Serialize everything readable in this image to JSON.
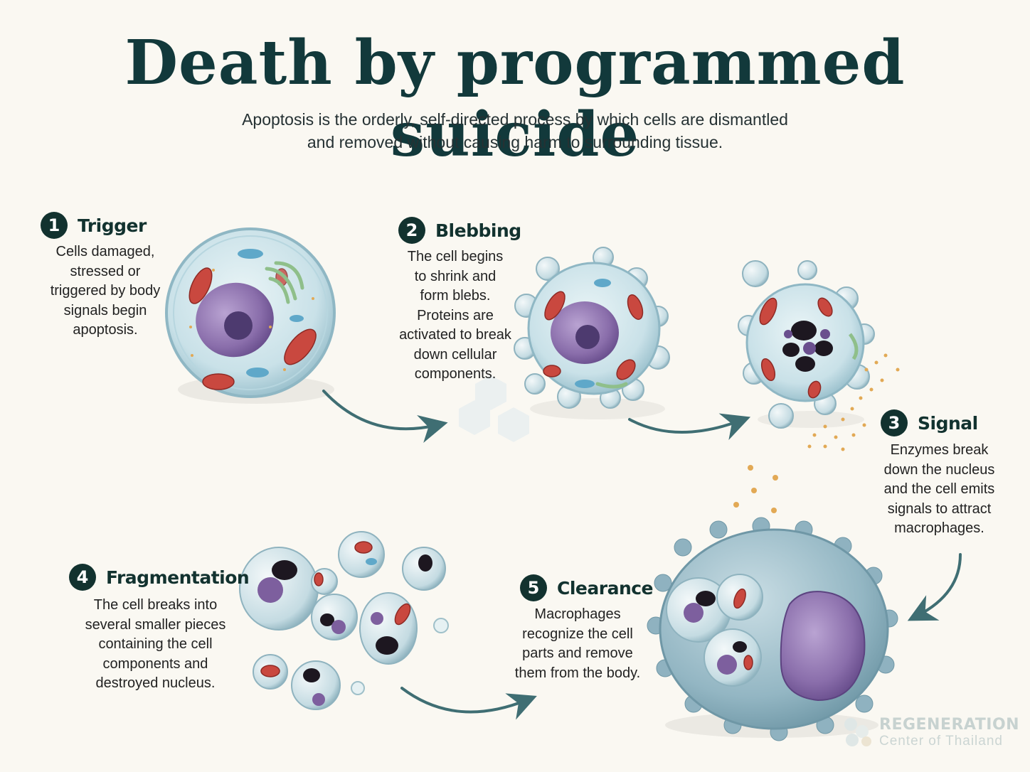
{
  "title": "Death by programmed suicide",
  "subtitle_line1": "Apoptosis is the orderly, self-directed process by which cells are dismantled",
  "subtitle_line2": "and removed without causing harm to surrounding tissue.",
  "steps": [
    {
      "num": "1",
      "title": "Trigger",
      "lines": [
        "Cells damaged,",
        "stressed or",
        "triggered by body",
        "signals begin",
        "apoptosis."
      ]
    },
    {
      "num": "2",
      "title": "Blebbing",
      "lines": [
        "The cell begins",
        "to shrink and",
        "form blebs.",
        "Proteins are",
        "activated to break",
        "down cellular",
        "components."
      ]
    },
    {
      "num": "3",
      "title": "Signal",
      "lines": [
        "Enzymes break",
        "down the nucleus",
        "and the cell emits",
        "signals to attract",
        "macrophages."
      ]
    },
    {
      "num": "4",
      "title": "Fragmentation",
      "lines": [
        "The cell breaks into",
        "several smaller pieces",
        "containing the cell",
        "components and",
        "destroyed nucleus."
      ]
    },
    {
      "num": "5",
      "title": "Clearance",
      "lines": [
        "Macrophages",
        "recognize the cell",
        "parts and remove",
        "them from the body."
      ]
    }
  ],
  "logo": {
    "main": "REGENERATION",
    "sub": "Center of Thailand"
  },
  "colors": {
    "title": "#12393b",
    "badge": "#12322f",
    "arrow": "#3f6e73",
    "cytoplasm": "#cfe5ec",
    "nucleus": "#7d5f9e",
    "mitochondria": "#c9483f",
    "signal_dots": "#e2a955"
  }
}
